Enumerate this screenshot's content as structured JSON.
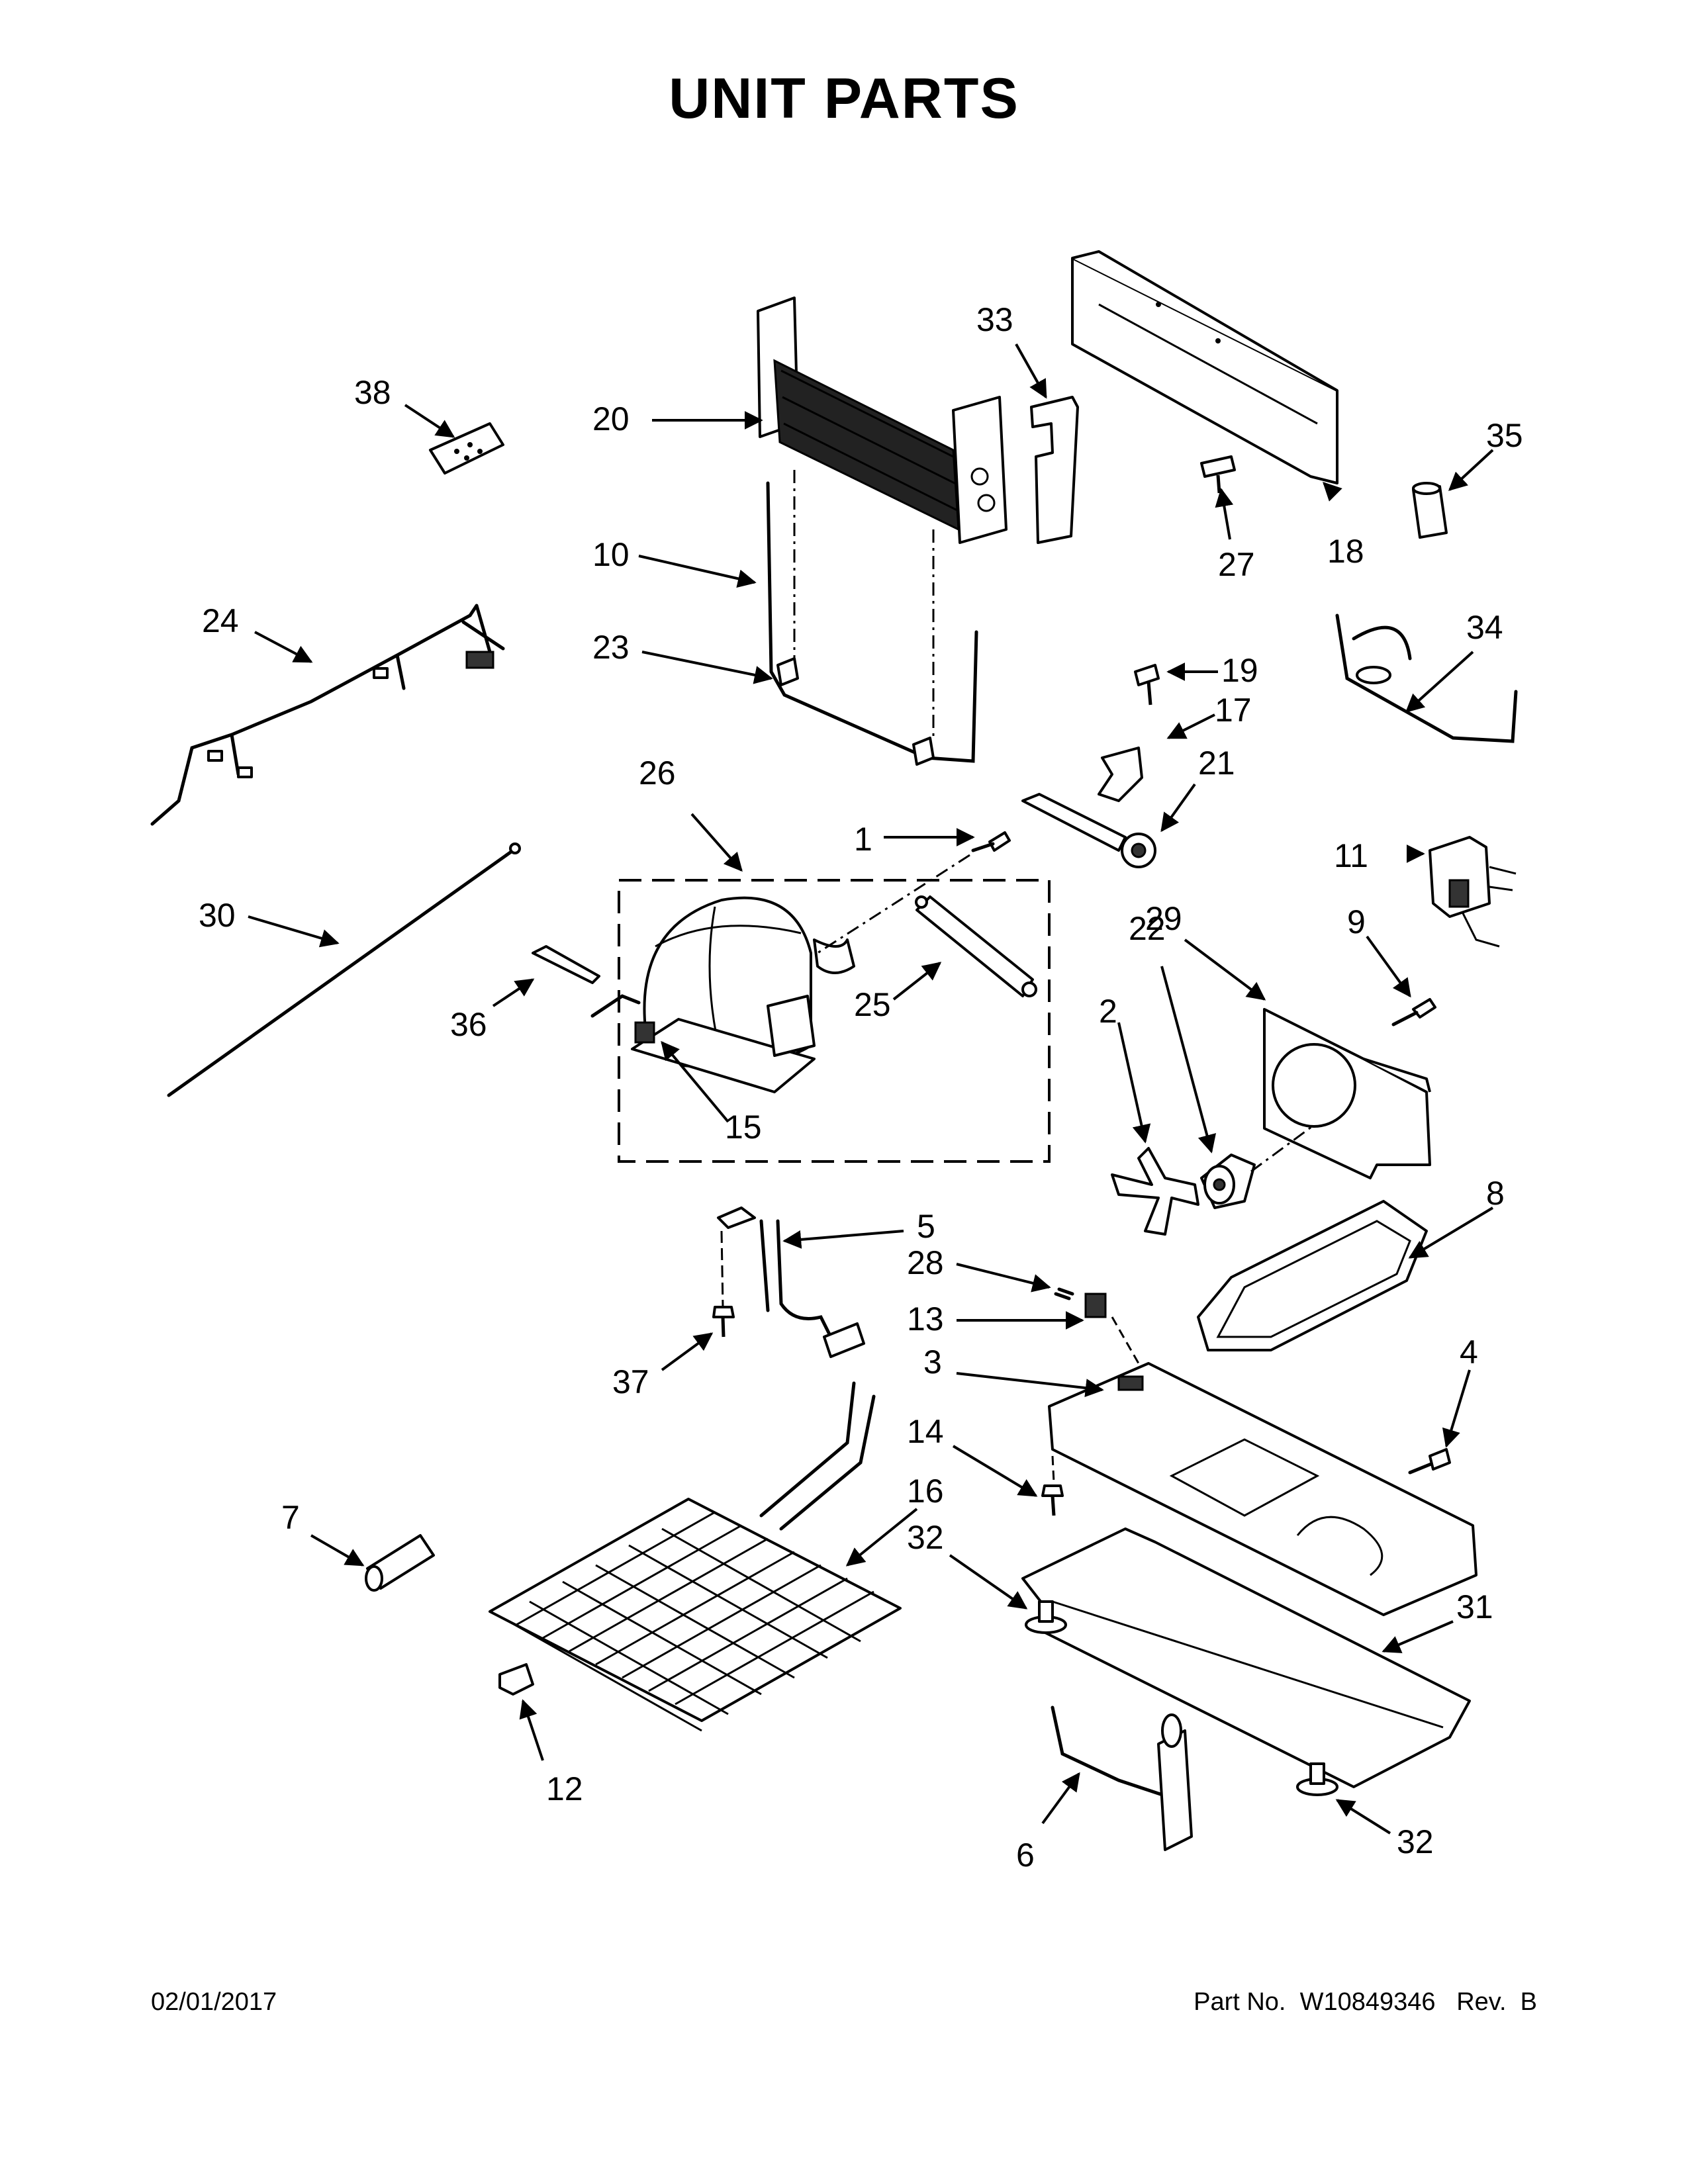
{
  "title": "UNIT PARTS",
  "footer": {
    "date": "02/01/2017",
    "part_number": "Part No.  W10849346   Rev.  B"
  },
  "callouts": [
    "1",
    "2",
    "3",
    "4",
    "5",
    "6",
    "7",
    "8",
    "9",
    "10",
    "11",
    "12",
    "13",
    "14",
    "15",
    "16",
    "17",
    "18",
    "19",
    "20",
    "21",
    "22",
    "23",
    "24",
    "25",
    "26",
    "27",
    "28",
    "29",
    "30",
    "31",
    "32",
    "32",
    "33",
    "34",
    "35",
    "36",
    "37",
    "38"
  ],
  "colors": {
    "ink": "#000000",
    "background": "#ffffff",
    "shade": "#333333"
  }
}
